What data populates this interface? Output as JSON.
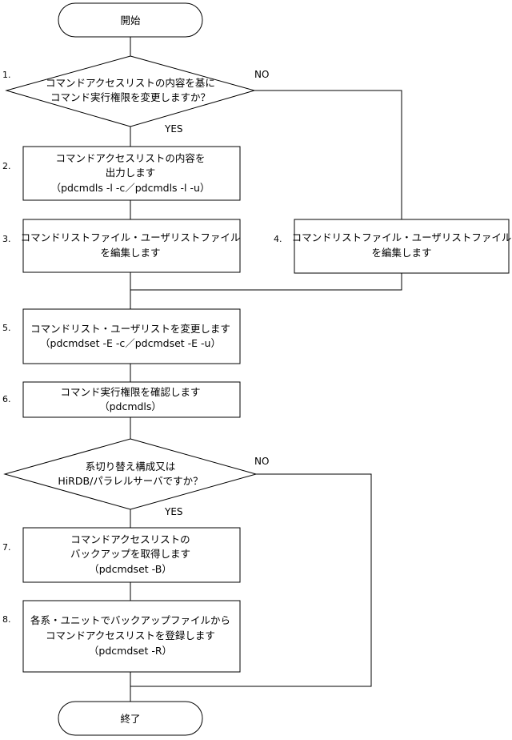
{
  "flowchart": {
    "start": "開始",
    "end": "終了",
    "decision1": {
      "number": "1.",
      "lines": [
        "コマンドアクセスリストの内容を基に",
        "コマンド実行権限を変更しますか？"
      ],
      "yes": "YES",
      "no": "NO"
    },
    "step2": {
      "number": "2.",
      "lines": [
        "コマンドアクセスリストの内容を",
        "出力します",
        "（pdcmdls -l -c／pdcmdls -l -u）"
      ]
    },
    "step3": {
      "number": "3.",
      "lines": [
        "コマンドリストファイル・ユーザリストファイル",
        "を編集します"
      ]
    },
    "step4": {
      "number": "4.",
      "lines": [
        "コマンドリストファイル・ユーザリストファイル",
        "を編集します"
      ]
    },
    "step5": {
      "number": "5.",
      "lines": [
        "コマンドリスト・ユーザリストを変更します",
        "（pdcmdset -E -c／pdcmdset -E -u）"
      ]
    },
    "step6": {
      "number": "6.",
      "lines": [
        "コマンド実行権限を確認します",
        "（pdcmdls）"
      ]
    },
    "decision2": {
      "lines": [
        "系切り替え構成又は",
        "HiRDB/パラレルサーバですか？"
      ],
      "yes": "YES",
      "no": "NO"
    },
    "step7": {
      "number": "7.",
      "lines": [
        "コマンドアクセスリストの",
        "バックアップを取得します",
        "（pdcmdset -B）"
      ]
    },
    "step8": {
      "number": "8.",
      "lines": [
        "各系・ユニットでバックアップファイルから",
        "コマンドアクセスリストを登録します",
        "（pdcmdset -R）"
      ]
    }
  }
}
